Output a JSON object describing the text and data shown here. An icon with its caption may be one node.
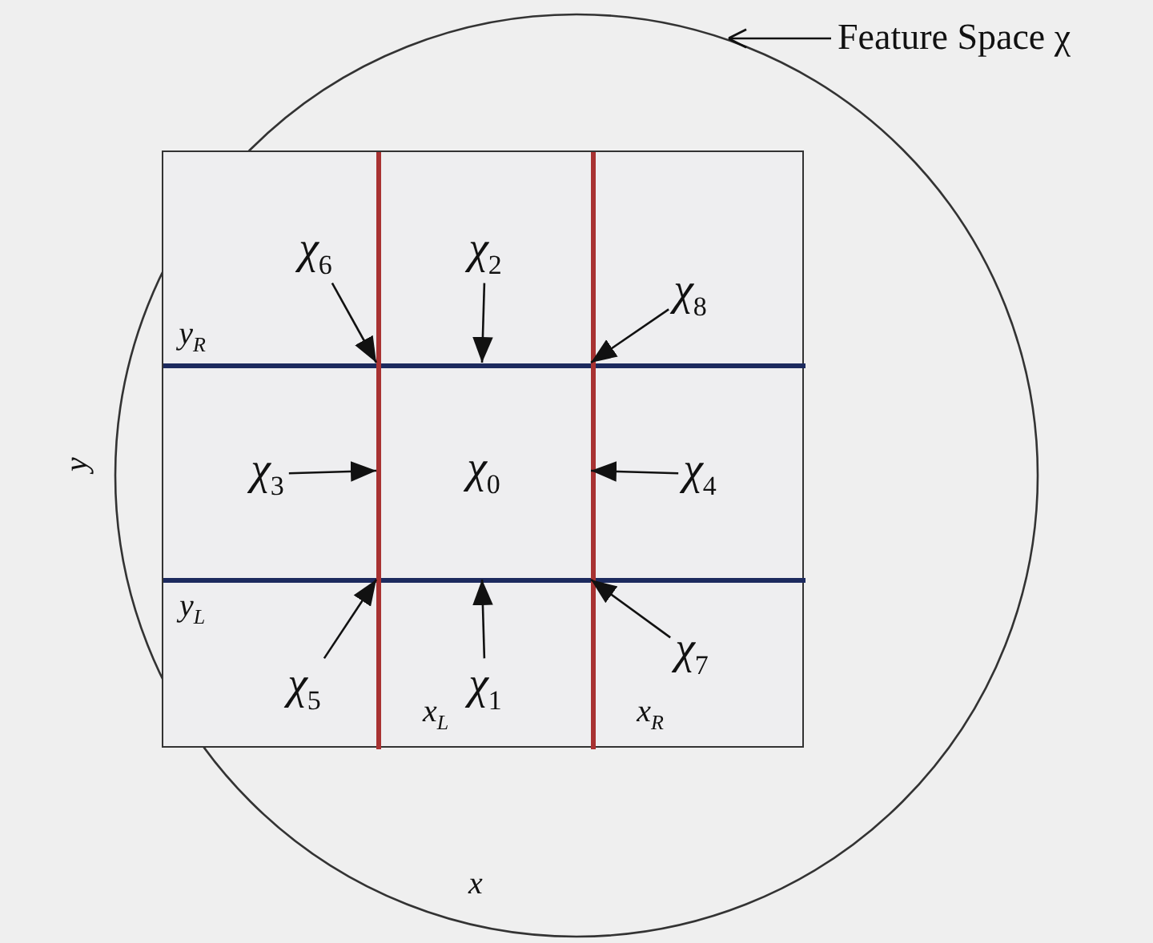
{
  "diagram": {
    "nodes": [
      {
        "text": [
          "Feature Space χ"
        ]
      },
      {
        "text": [],
        "shape": "circle"
      },
      {
        "text": [],
        "shape": "box",
        "in": 1
      },
      {
        "text": [],
        "shape": "bar",
        "in": 2
      },
      {
        "text": [],
        "shape": "bar",
        "in": 2
      },
      {
        "text": [],
        "shape": "bar",
        "in": 2
      },
      {
        "text": [],
        "shape": "bar",
        "in": 2
      },
      {
        "text": [
          "χ$_{6}$"
        ],
        "in": 2
      },
      {
        "text": [
          "χ$_{2}$"
        ],
        "in": 2
      },
      {
        "text": [
          "χ$_{8}$"
        ],
        "in": 2
      },
      {
        "text": [
          "χ$_{3}$"
        ],
        "in": 2
      },
      {
        "text": [
          "χ$_{4}$"
        ],
        "in": 2
      },
      {
        "text": [
          "χ$_{5}$"
        ],
        "in": 2
      },
      {
        "text": [
          "χ$_{1}$"
        ],
        "in": 2
      },
      {
        "text": [
          "χ$_{7}$"
        ],
        "in": 2
      }
    ],
    "edges": [
      {
        "from": 0,
        "to": 1,
        "arrow": "to"
      },
      {
        "from": 7,
        "to": 3,
        "arrow": "to"
      },
      {
        "from": 8,
        "to": 3,
        "arrow": "to"
      },
      {
        "from": 9,
        "to": 3,
        "arrow": "to"
      },
      {
        "from": 10,
        "to": 5,
        "arrow": "to"
      },
      {
        "from": 11,
        "to": 6,
        "arrow": "to"
      },
      {
        "from": 12,
        "to": 4,
        "arrow": "to"
      },
      {
        "from": 13,
        "to": 4,
        "arrow": "to"
      },
      {
        "from": 14,
        "to": 4,
        "arrow": "to"
      }
    ],
    "labels": [
      "y$_{R}$",
      "y",
      "χ$_{0}$",
      "y$_{L}$",
      "x$_{L}$",
      "x$_{R}$",
      "x"
    ]
  }
}
